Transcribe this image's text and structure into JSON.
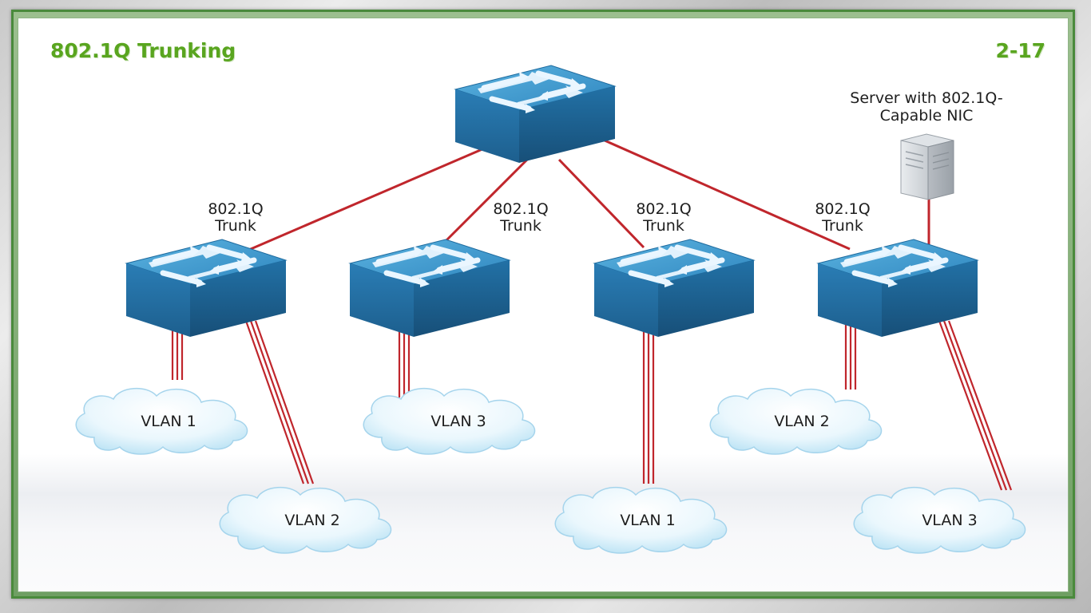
{
  "slide": {
    "title": "802.1Q Trunking",
    "page_number": "2-17"
  },
  "server": {
    "label_line1": "Server with 802.1Q-",
    "label_line2": "Capable NIC"
  },
  "trunks": [
    {
      "line1": "802.1Q",
      "line2": "Trunk"
    },
    {
      "line1": "802.1Q",
      "line2": "Trunk"
    },
    {
      "line1": "802.1Q",
      "line2": "Trunk"
    },
    {
      "line1": "802.1Q",
      "line2": "Trunk"
    }
  ],
  "clouds": [
    {
      "label": "VLAN 1"
    },
    {
      "label": "VLAN 2"
    },
    {
      "label": "VLAN 3"
    },
    {
      "label": "VLAN 1"
    },
    {
      "label": "VLAN 2"
    },
    {
      "label": "VLAN 3"
    }
  ],
  "colors": {
    "title": "#59a51f",
    "link": "#c0262c",
    "switch": "#2f8fc4",
    "frame": "#4a8a3c"
  }
}
